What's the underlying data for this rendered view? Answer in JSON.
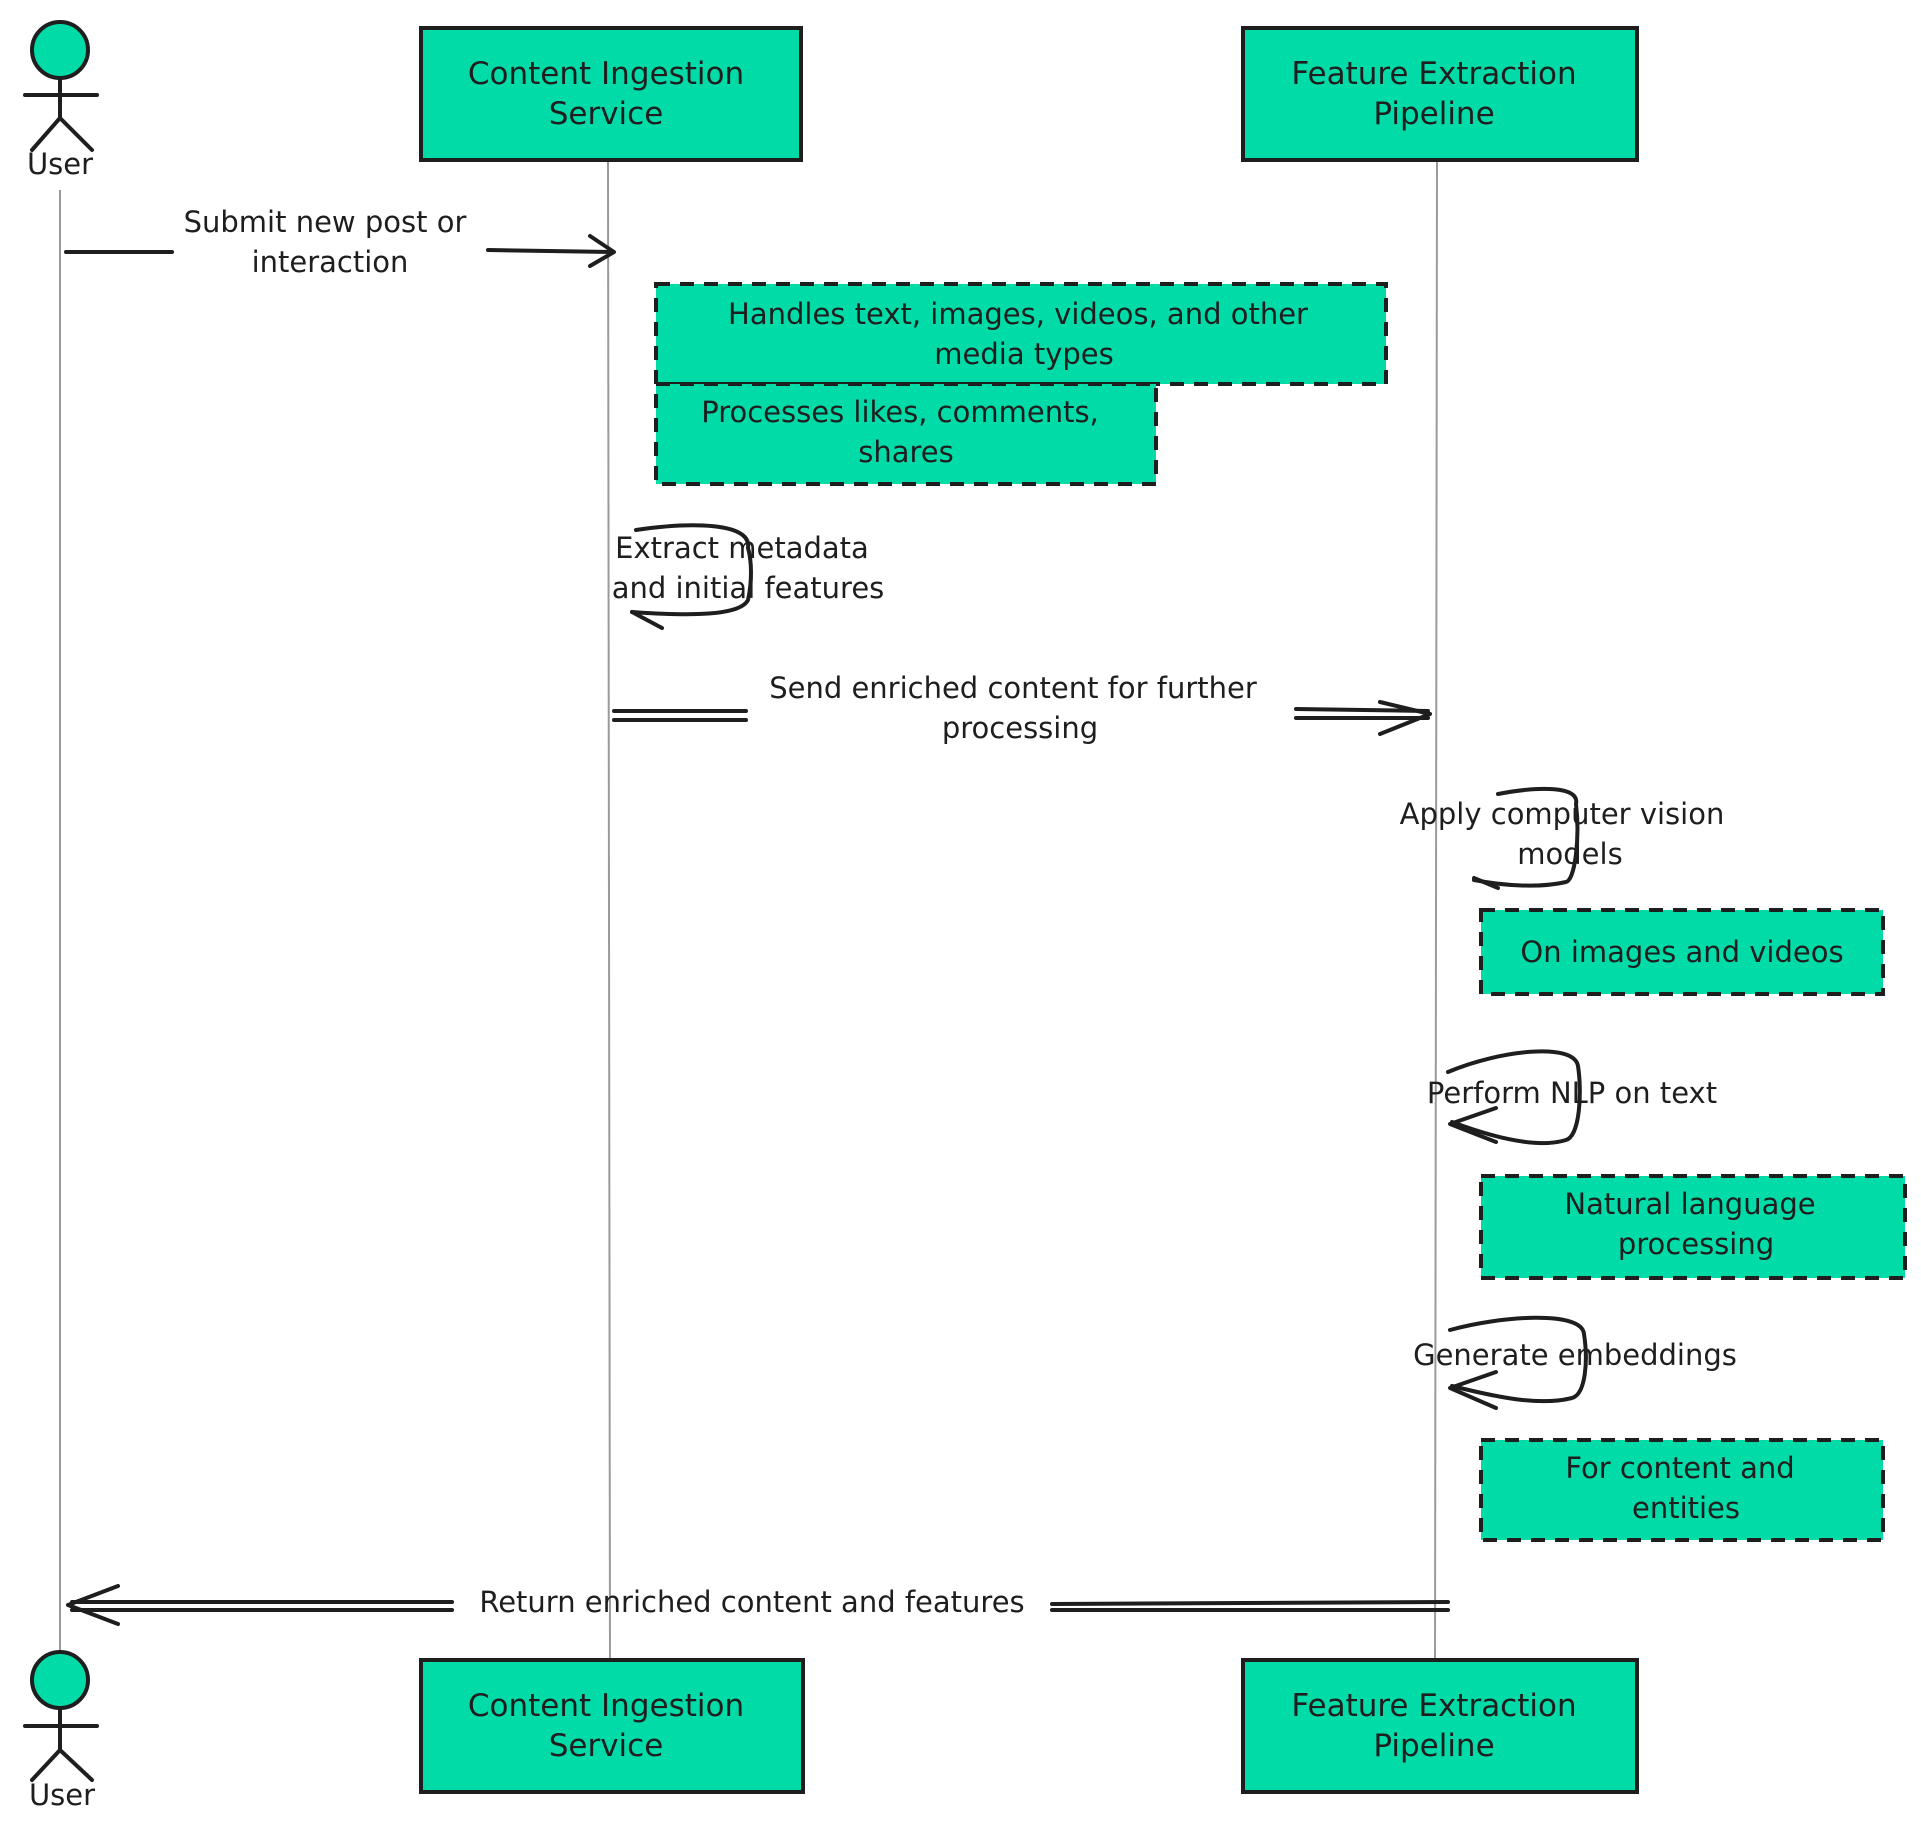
{
  "colors": {
    "box_fill": "#00dba8",
    "stroke": "#1e1e1e",
    "lifeline": "#9a9a9a",
    "background": "#ffffff"
  },
  "participants": {
    "user": {
      "label": "User"
    },
    "ingestion": {
      "line1": "Content Ingestion",
      "line2": "Service"
    },
    "pipeline": {
      "line1": "Feature Extraction",
      "line2": "Pipeline"
    }
  },
  "messages": {
    "submit": {
      "line1": "Submit new post or",
      "line2": "interaction"
    },
    "extract": {
      "line1": "Extract metadata",
      "line2": "and initial features"
    },
    "send": {
      "line1": "Send enriched content for further",
      "line2": "processing"
    },
    "vision": {
      "line1": "Apply computer vision",
      "line2": "models"
    },
    "nlp": {
      "line1": "Perform NLP on text"
    },
    "embeddings": {
      "line1": "Generate embeddings"
    },
    "return": {
      "line1": "Return enriched content and features"
    }
  },
  "notes": {
    "media": {
      "line1": "Handles text, images, videos, and other",
      "line2": "media types"
    },
    "interactions": {
      "line1": "Processes likes, comments,",
      "line2": "shares"
    },
    "images": {
      "line1": "On images and videos"
    },
    "nlp": {
      "line1": "Natural language",
      "line2": "processing"
    },
    "entities": {
      "line1": "For content and",
      "line2": "entities"
    }
  }
}
